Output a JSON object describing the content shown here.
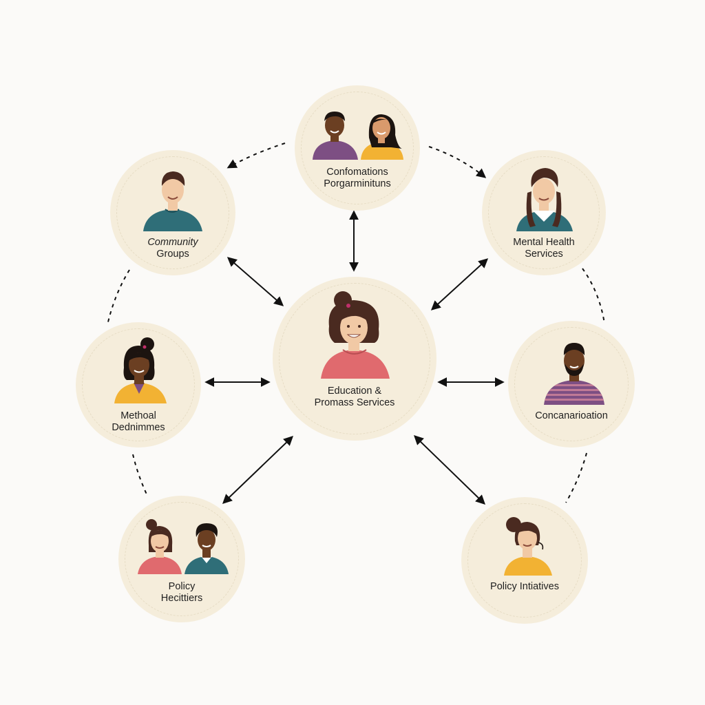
{
  "diagram": {
    "nodes": {
      "top": {
        "line1": "Confomations",
        "line2": "Porgarminituns"
      },
      "community": {
        "line1": "Community",
        "line2": "Groups"
      },
      "mental_health": {
        "line1": "Mental Health",
        "line2": "Services"
      },
      "center": {
        "line1": "Education &",
        "line2": "Promass Services"
      },
      "methoal": {
        "line1": "Methoal",
        "line2": "Dednimmes"
      },
      "concanation": {
        "line1": "Concanarioation"
      },
      "policy_hecittiers": {
        "line1": "Policy",
        "line2": "Hecittiers"
      },
      "policy_initiatives": {
        "line1": "Policy Intiatives"
      }
    },
    "colors": {
      "background": "#fbfaf8",
      "node_fill": "#f5eddb",
      "node_ring": "#e6dcc4",
      "arrow": "#111111",
      "purple": "#7d4f83",
      "mustard": "#f2b233",
      "teal": "#2f6e78",
      "coral": "#e06a6e",
      "stripe": "#8a3d63",
      "skin_light": "#f1c9a5",
      "skin_medium": "#d99a6c",
      "skin_dark": "#6b3f22",
      "hair_brown": "#4a2a20",
      "hair_black": "#1c1410"
    }
  }
}
